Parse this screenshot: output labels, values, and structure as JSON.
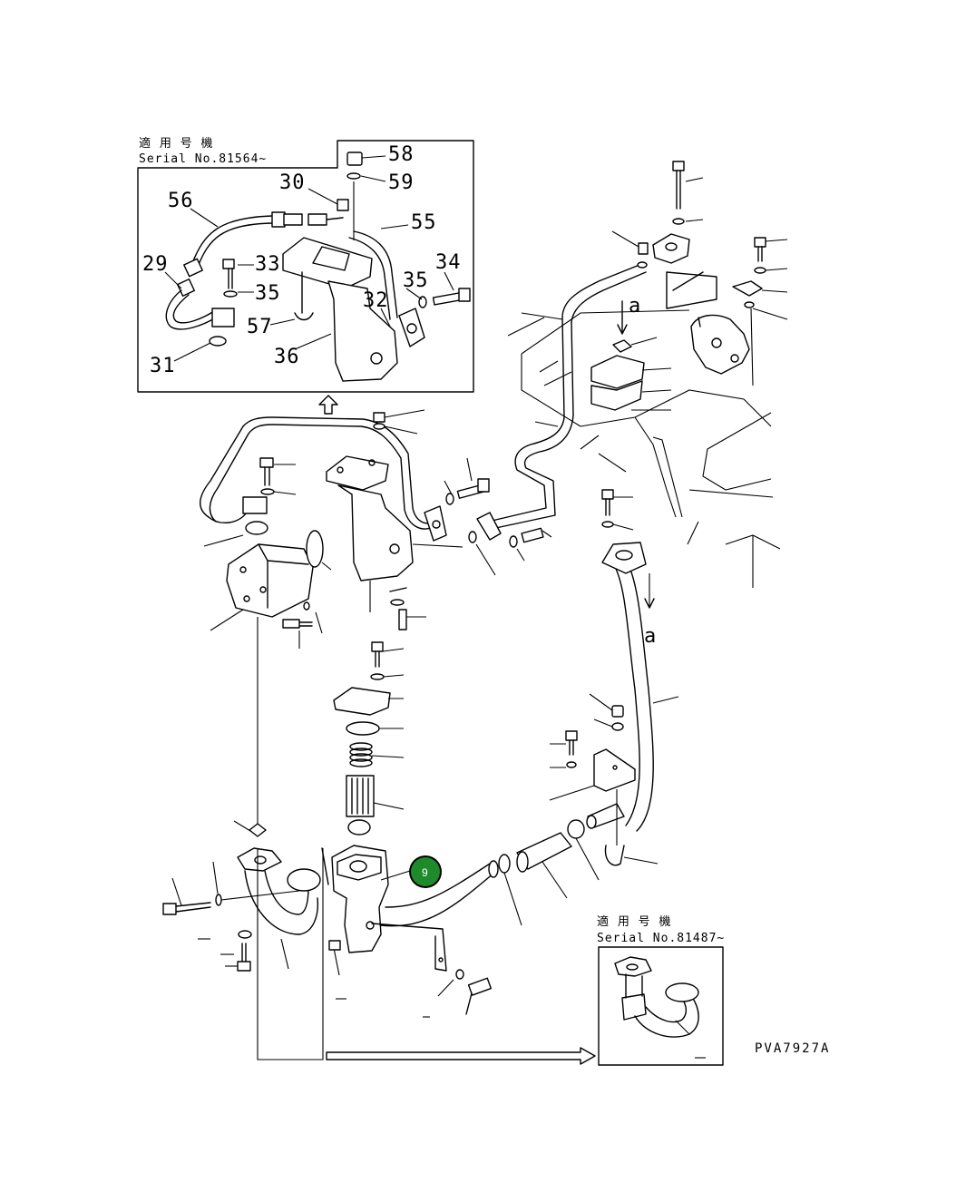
{
  "insets": {
    "top": {
      "title_jp": "適 用 号 機",
      "serial": "Serial No.81564~"
    },
    "bottom": {
      "title_jp": "適 用 号 機",
      "serial": "Serial No.81487~"
    }
  },
  "callouts": {
    "c58": "58",
    "c59": "59",
    "c30": "30",
    "c56": "56",
    "c55": "55",
    "c29": "29",
    "c33": "33",
    "c34": "34",
    "c35a": "35",
    "c35b": "35",
    "c32": "32",
    "c57": "57",
    "c36": "36",
    "c31": "31"
  },
  "markers": {
    "a_top": "a",
    "a_right": "a"
  },
  "highlight": {
    "label": "9",
    "color": "#1f8a2a"
  },
  "drawing_code": "PVA7927A"
}
